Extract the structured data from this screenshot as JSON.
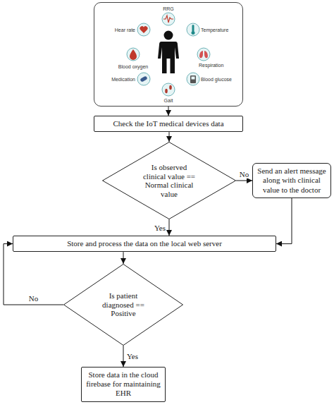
{
  "diagram": {
    "nodes": [
      {
        "text": [
          "RRG",
          "Temperature",
          "Respiration",
          "Blood glucose",
          "Gait",
          "Medication",
          "Blood oxygen",
          "Hear rate"
        ]
      },
      {
        "text": [
          "Check the IoT medical devices data"
        ]
      },
      {
        "text": [
          "Is observed clinical value == Normal clinical value"
        ]
      },
      {
        "text": [
          "Send an alert message along with clinical value to the doctor"
        ]
      },
      {
        "text": [
          "Store and process the data on the local web server"
        ]
      },
      {
        "text": [
          "Is patient diagnosed == Positive"
        ]
      },
      {
        "text": [
          "Store data in the cloud firebase for maintaining EHR"
        ]
      }
    ],
    "edges": [
      {
        "from": 0,
        "to": 1,
        "arrow": "to"
      },
      {
        "from": 1,
        "to": 2,
        "arrow": "to"
      },
      {
        "from": 2,
        "to": 3,
        "label": "No",
        "arrow": "to"
      },
      {
        "from": 2,
        "to": 4,
        "label": "Yes",
        "arrow": "to"
      },
      {
        "from": 3,
        "to": 4,
        "arrow": "to"
      },
      {
        "from": 4,
        "to": 5,
        "arrow": "to"
      },
      {
        "from": 5,
        "to": 4,
        "label": "No",
        "arrow": "to"
      },
      {
        "from": 5,
        "to": 6,
        "label": "Yes",
        "arrow": "to"
      }
    ]
  }
}
